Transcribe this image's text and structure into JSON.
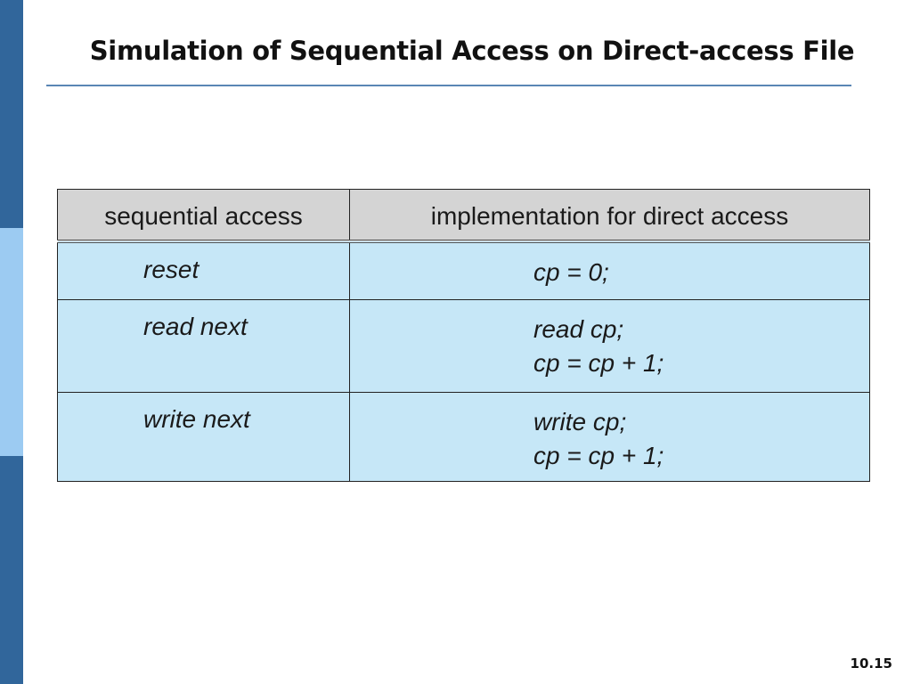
{
  "slide": {
    "title": "Simulation of Sequential Access on Direct-access File",
    "page_number": "10.15"
  },
  "table": {
    "headers": [
      "sequential access",
      "implementation for direct access"
    ],
    "rows": [
      {
        "operation": "reset",
        "implementation": [
          "cp = 0;"
        ]
      },
      {
        "operation": "read next",
        "implementation": [
          "read cp;",
          "cp = cp + 1;"
        ]
      },
      {
        "operation": "write next",
        "implementation": [
          "write cp;",
          "cp = cp + 1;"
        ]
      }
    ]
  },
  "colors": {
    "sidebar_dark": "#31669b",
    "sidebar_light": "#9ccbf2",
    "header_bg": "#d4d4d4",
    "cell_bg": "#c6e7f7",
    "rule": "#5a86b5"
  }
}
